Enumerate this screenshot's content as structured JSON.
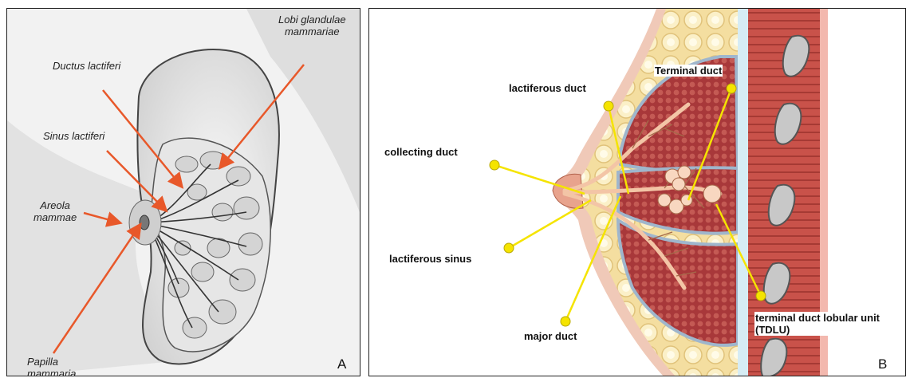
{
  "panel_a": {
    "letter": "A",
    "labels": {
      "lobi": "Lobi glandulae\nmammariae",
      "ductus": "Ductus lactiferi",
      "sinus": "Sinus lactiferi",
      "areola": "Areola\nmammae",
      "papilla": "Papilla\nmammaria"
    },
    "arrow_color": "#e8582a"
  },
  "panel_b": {
    "letter": "B",
    "labels": {
      "terminal_duct": "Terminal duct",
      "lactiferous_duct": "lactiferous duct",
      "collecting_duct": "collecting duct",
      "lactiferous_sinus": "lactiferous sinus",
      "major_duct": "major duct",
      "tdlu": "terminal duct lobular unit\n(TDLU)"
    },
    "pointer_color": "#f5e400"
  }
}
